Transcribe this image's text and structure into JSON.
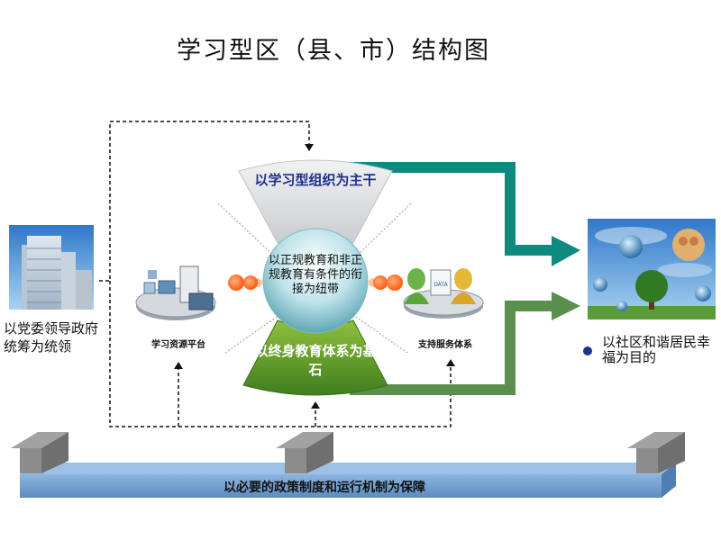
{
  "title": "学习型区（县、市）结构图",
  "top_pillar": "以学习型组织为主干",
  "center": "以正规教育和非正规教育有条件的衔接为纽带",
  "bottom_pillar": "以终身教育体系为基石",
  "left": {
    "caption": "以党委领导政府统筹为统领",
    "resource_platform": "学习资源平台"
  },
  "right": {
    "goal": "以社区和谐居民幸福为目的",
    "support_system": "支持服务体系",
    "data_tag": "DATA"
  },
  "base_bar": "以必要的政策制度和运行机制为保障",
  "icons": [
    "building-photo",
    "computer-network-icon",
    "people-service-icon",
    "globe-tree-photo",
    "bullet-icon"
  ],
  "colors": {
    "teal_arrow": "#0e8a7e",
    "green_arrow": "#5b8f4e",
    "blue_text": "#1f2f8c",
    "base_bar": "#6e9cc9",
    "roof": "#8c8c8c"
  }
}
